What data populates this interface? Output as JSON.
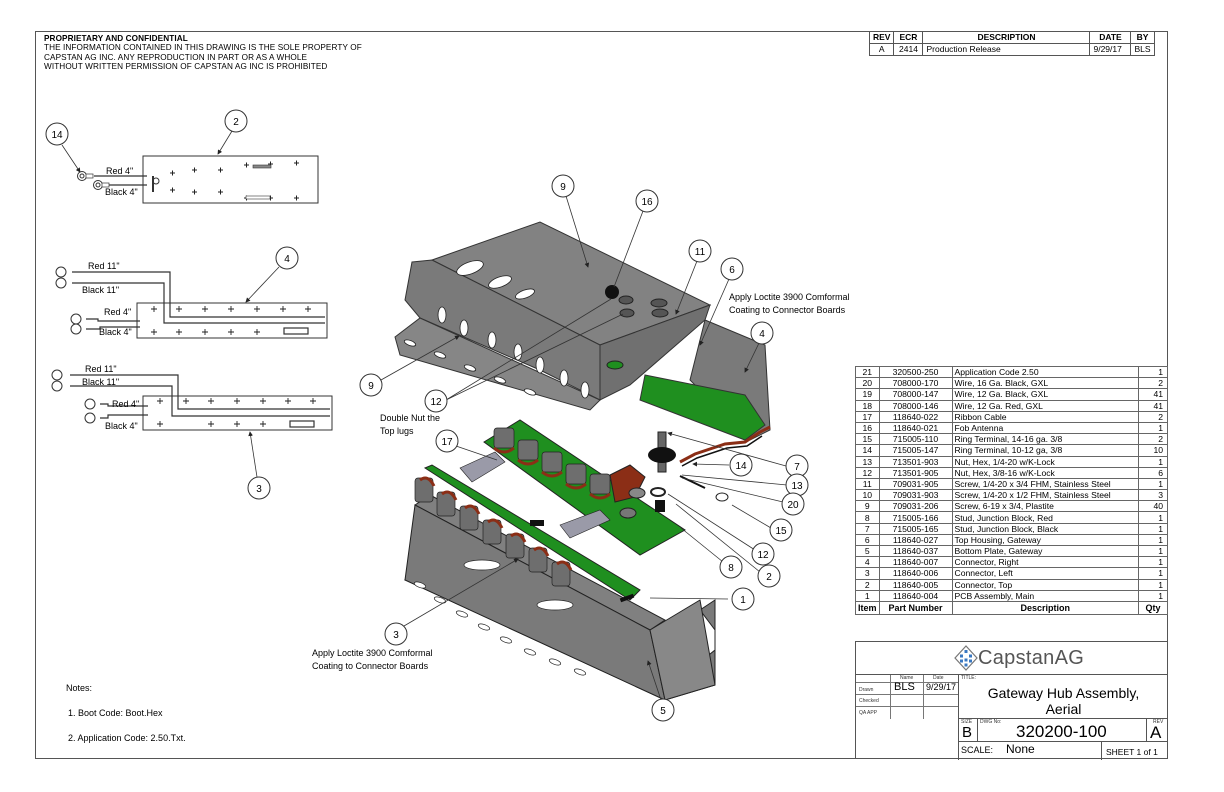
{
  "proprietary": {
    "title": "PROPRIETARY AND CONFIDENTIAL",
    "lines": [
      "THE INFORMATION CONTAINED IN THIS DRAWING IS THE SOLE PROPERTY OF",
      "CAPSTAN AG INC. ANY REPRODUCTION IN PART OR AS A WHOLE",
      "WITHOUT WRITTEN PERMISSION OF CAPSTAN AG INC IS PROHIBITED"
    ]
  },
  "revision_table": {
    "headers": [
      "REV",
      "ECR",
      "DESCRIPTION",
      "DATE",
      "BY"
    ],
    "rows": [
      [
        "A",
        "2414",
        "Production Release",
        "9/29/17",
        "BLS"
      ]
    ]
  },
  "bom": {
    "headers": [
      "Item",
      "Part Number",
      "Description",
      "Qty"
    ],
    "rows": [
      [
        "21",
        "320500-250",
        "Application Code 2.50",
        "1"
      ],
      [
        "20",
        "708000-170",
        "Wire, 16 Ga. Black, GXL",
        "2"
      ],
      [
        "19",
        "708000-147",
        "Wire, 12 Ga. Black, GXL",
        "41"
      ],
      [
        "18",
        "708000-146",
        "Wire, 12 Ga. Red, GXL",
        "41"
      ],
      [
        "17",
        "118640-022",
        "Ribbon Cable",
        "2"
      ],
      [
        "16",
        "118640-021",
        "Fob Antenna",
        "1"
      ],
      [
        "15",
        "715005-110",
        "Ring Terminal, 14-16 ga. 3/8",
        "2"
      ],
      [
        "14",
        "715005-147",
        "Ring Terminal, 10-12 ga, 3/8",
        "10"
      ],
      [
        "13",
        "713501-903",
        "Nut, Hex, 1/4-20 w/K-Lock",
        "1"
      ],
      [
        "12",
        "713501-905",
        "Nut, Hex, 3/8-16 w/K-Lock",
        "6"
      ],
      [
        "11",
        "709031-905",
        "Screw, 1/4-20 x 3/4 FHM, Stainless Steel",
        "1"
      ],
      [
        "10",
        "709031-903",
        "Screw, 1/4-20 x 1/2 FHM, Stainless Steel",
        "3"
      ],
      [
        "9",
        "709031-206",
        "Screw, 6-19 x 3/4, Plastite",
        "40"
      ],
      [
        "8",
        "715005-166",
        "Stud, Junction Block, Red",
        "1"
      ],
      [
        "7",
        "715005-165",
        "Stud, Junction Block, Black",
        "1"
      ],
      [
        "6",
        "118640-027",
        "Top Housing, Gateway",
        "1"
      ],
      [
        "5",
        "118640-037",
        "Bottom Plate, Gateway",
        "1"
      ],
      [
        "4",
        "118640-007",
        "Connector, Right",
        "1"
      ],
      [
        "3",
        "118640-006",
        "Connector, Left",
        "1"
      ],
      [
        "2",
        "118640-005",
        "Connector, Top",
        "1"
      ],
      [
        "1",
        "118640-004",
        "PCB Assembly, Main",
        "1"
      ]
    ]
  },
  "title_block": {
    "company": "CapstanAG",
    "name_label": "Name",
    "date_label": "Date",
    "title_label": "TITLE:",
    "rows": [
      {
        "label": "Drawn",
        "name": "BLS",
        "date": "9/29/17"
      },
      {
        "label": "Checked",
        "name": "",
        "date": ""
      },
      {
        "label": "QA APP",
        "name": "",
        "date": ""
      }
    ],
    "title_line1": "Gateway Hub Assembly,",
    "title_line2": "Aerial",
    "size_label": "SIZE",
    "size": "B",
    "dwg_label": "DWG No:",
    "dwg_no": "320200-100",
    "rev_label": "REV",
    "rev": "A",
    "scale_label": "SCALE:",
    "scale": "None",
    "sheet": "SHEET 1 of 1"
  },
  "notes": {
    "heading": "Notes:",
    "items": [
      "1. Boot Code: Boot.Hex",
      "2. Application Code: 2.50.Txt."
    ]
  },
  "detail_views": {
    "view_top": {
      "wires": [
        "Red 4\"",
        "Black 4\""
      ],
      "balloons": [
        "14",
        "2"
      ]
    },
    "view_right": {
      "wires": [
        "Red 11\"",
        "Black 11\"",
        "Red 4\"",
        "Black 4\""
      ],
      "balloons": [
        "4"
      ]
    },
    "view_left": {
      "wires": [
        "Red 11\"",
        "Black 11\"",
        "Red 4\"",
        "Black 4\""
      ],
      "balloons": [
        "3"
      ]
    }
  },
  "annotations": {
    "loctite_top": [
      "Apply Loctite 3900 Comformal",
      "Coating to Connector Boards"
    ],
    "loctite_bottom": [
      "Apply Loctite 3900 Comformal",
      "Coating to Connector Boards"
    ],
    "double_nut": [
      "Double Nut the",
      "Top lugs"
    ]
  },
  "balloons": {
    "b9a": "9",
    "b16": "16",
    "b11": "11",
    "b6": "6",
    "b4": "4",
    "b9b": "9",
    "b12": "12",
    "b17": "17",
    "b7": "7",
    "b14": "14",
    "b13": "13",
    "b20": "20",
    "b15": "15",
    "b12b": "12",
    "b2": "2",
    "b8": "8",
    "b1": "1",
    "b3": "3",
    "b5": "5"
  },
  "colors": {
    "metal": "#7b7b7b",
    "metal_dark": "#4a4a4a",
    "pcb": "#1f8f1f",
    "copper": "#8b2e16",
    "line": "#333333"
  }
}
